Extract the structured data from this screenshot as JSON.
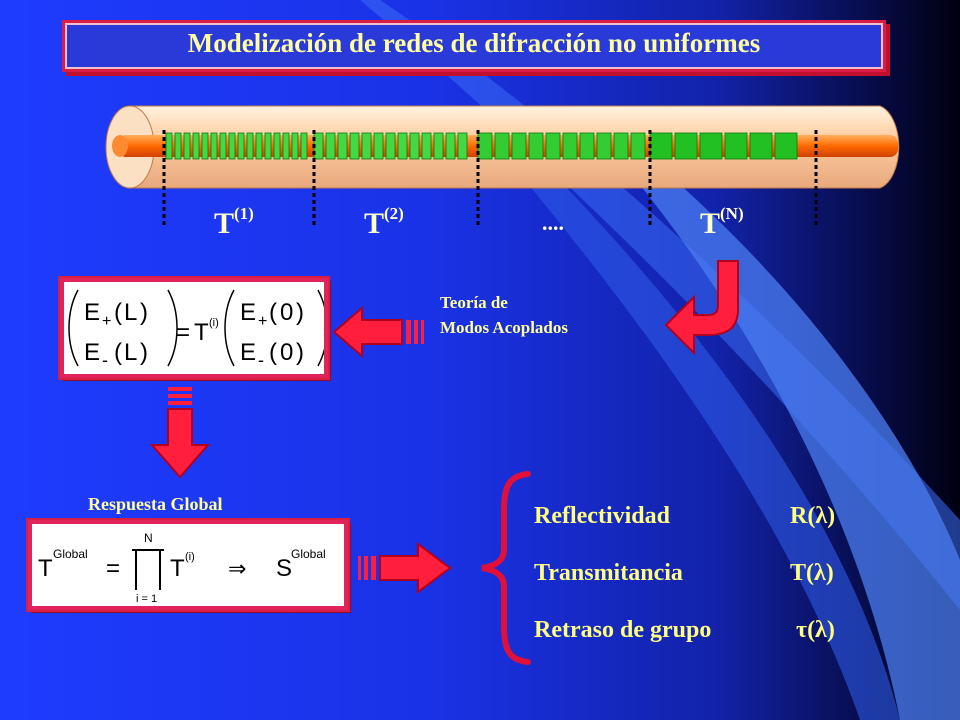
{
  "title": "Modelización de redes de difracción no uniformes",
  "segments": [
    {
      "base": "T",
      "index": "(1)"
    },
    {
      "base": "T",
      "index": "(2)"
    },
    {
      "base": "T",
      "index": "(N)"
    }
  ],
  "ellipsis": "....",
  "method": {
    "line1": "Teoría de",
    "line2": "Modos Acoplados"
  },
  "global_label": "Respuesta Global",
  "outputs": [
    {
      "name": "Reflectividad",
      "symbol": "R(λ)"
    },
    {
      "name": "Transmitancia",
      "symbol": "T(λ)"
    },
    {
      "name": "Retraso de grupo",
      "symbol": "τ(λ)"
    }
  ],
  "equation1": {
    "E": "E",
    "plus": "+",
    "minus": "-",
    "L": "L",
    "zero": "0",
    "T": "T",
    "i": "(i)",
    "eq": "="
  },
  "equation2": {
    "Tglobal": "T",
    "sup_global": "Global",
    "eq": "=",
    "N": "N",
    "T": "T",
    "i": "(i)",
    "i1": "i = 1",
    "arrow": "⇒",
    "S": "S",
    "sup_global2": "Global"
  }
}
